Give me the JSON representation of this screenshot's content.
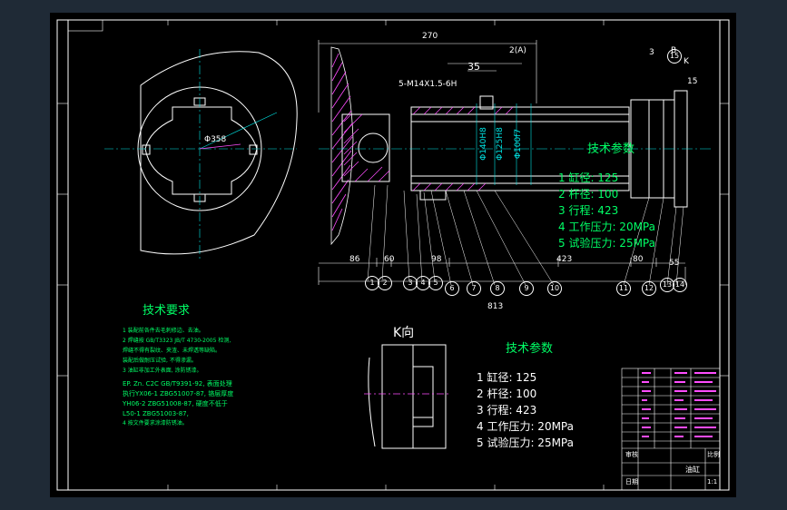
{
  "tech_requirements": {
    "title": "技术要求",
    "lines": [
      "1 装配前各件去毛刺修边、去油。",
      "2 焊缝按 GB/T3323 JB/T 4730-2005 检测,",
      "  焊缝不得有裂纹、夹渣、未焊透等缺陷。",
      "  装配后做耐压试验, 不得渗漏。",
      "3 油缸非加工外表面, 涂防锈漆。",
      "EP. Zn. C2C GB/T9391-92, 表面处理",
      "  执行YX06-1 ZBG51007-87, 铬层厚度",
      "  YH06-2 ZBG51008-87, 硬度不低于",
      "  L50-1 ZBG51003-87,",
      "4 按文件要求涂漆防锈油。"
    ]
  },
  "tech_params_main": {
    "title": "技术参数",
    "items": [
      "1 缸径: 125",
      "2 杆径: 100",
      "3 行程: 423",
      "4 工作压力: 20MPa",
      "5 试验压力: 25MPa"
    ]
  },
  "tech_params_overlay": {
    "title": "技术参数",
    "items": [
      "1 缸径: 125",
      "2 杆径: 100",
      "3 行程: 423",
      "4 工作压力: 20MPa",
      "5 试验压力: 25MPa"
    ]
  },
  "view_label": "K向",
  "dimensions": {
    "d270": "270",
    "d35": "35",
    "thread": "5-M14X1.5-6H",
    "d86": "86",
    "d60": "60",
    "d98": "98",
    "d423": "423",
    "d80": "80",
    "d55": "55",
    "d813": "813",
    "d15": "15",
    "phi358": "Φ358",
    "phi140": "Φ140H8",
    "phi125": "Φ125H8",
    "phi100": "Φ100f7",
    "k_arrow": "K",
    "ref_num_top": "3",
    "ref_a": "2(A)",
    "ref_b": "B"
  },
  "balloons": [
    "1",
    "2",
    "3",
    "4",
    "5",
    "6",
    "7",
    "8",
    "9",
    "10",
    "11",
    "12",
    "13",
    "14",
    "15"
  ],
  "title_block": {
    "label_a": "油缸",
    "label_b": "比例",
    "label_c": "1:1",
    "label_d": "审核",
    "label_e": "日期"
  },
  "colors": {
    "background": "#000000",
    "frame": "#ffffff",
    "hatch": "#ff4dff",
    "centerline": "#00e5e5",
    "dim": "#00e5e5",
    "text_green": "#00ff66",
    "text_white": "#ffffff"
  }
}
